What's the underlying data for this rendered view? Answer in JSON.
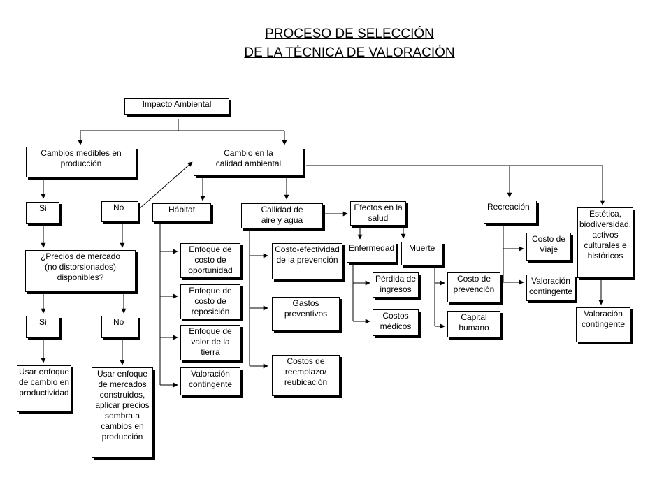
{
  "title": {
    "line1": "PROCESO DE SELECCIÓN",
    "line2": " DE LA TÉCNICA DE VALORACIÓN"
  },
  "boxes": {
    "impacto": "Impacto Ambiental",
    "cambios_medibles": "Cambios medibles en\nproducción",
    "cambio_calidad": "Cambio en la\ncalidad ambiental",
    "si_1": "Si",
    "no_1": "No",
    "habitat": "Hábitat",
    "calidad_aire": "Callidad de\naire y agua",
    "efectos_salud": "Efectos en la\nsalud",
    "recreacion": "Recreación",
    "estetica": "Estética,\nbiodiversidad,\nactivos\nculturales e\nhistóricos",
    "precios_mercado": "¿Precios de mercado\n(no distorsionados)\ndisponibles?",
    "enf_oportunidad": "Enfoque de\ncosto de\noportunidad",
    "costo_efectividad": "Costo-efectividad\nde la prevención",
    "enfermedad": "Enfermedad",
    "muerte": "Muerte",
    "costo_viaje": "Costo de\nViaje",
    "perdida_ingresos": "Pérdida de\ningresos",
    "costo_prevencion": "Costo de\nprevención",
    "val_contingente_rec": "Valoración\ncontingente",
    "enf_reposicion": "Enfoque de\ncosto de\nreposición",
    "gastos_preventivos": "Gastos\npreventivos",
    "costos_medicos": "Costos\nmédicos",
    "capital_humano": "Capital\nhumano",
    "val_contingente_est": "Valoración\ncontingente",
    "si_2": "Si",
    "no_2": "No",
    "enf_valor_tierra": "Enfoque de\nvalor de la\ntierra",
    "costos_reemplazo": "Costos de\nreemplazo/\nreubicación",
    "val_contingente_hab": "Valoración\ncontingente",
    "usar_productividad": "Usar enfoque\nde cambio en\nproductividad",
    "usar_construidos": "Usar enfoque\nde mercados\nconstruidos,\naplicar precios\nsombra a\ncambios en\nproducción"
  }
}
